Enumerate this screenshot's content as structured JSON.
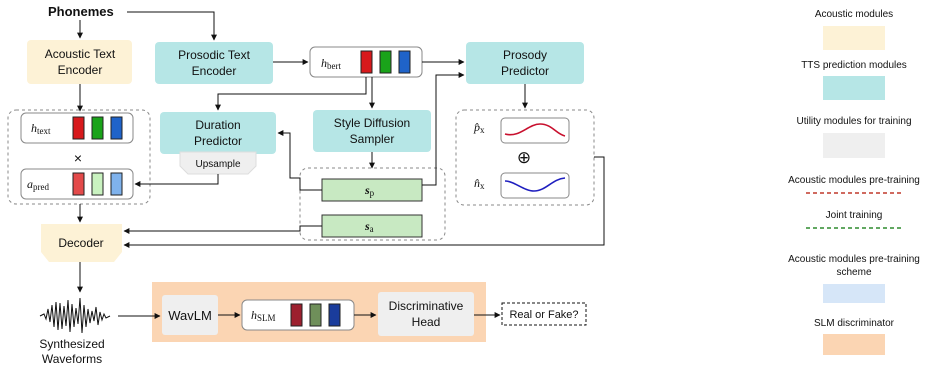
{
  "diagram": {
    "phonemes": "Phonemes",
    "acoustic_text_encoder": [
      "Acoustic Text",
      "Encoder"
    ],
    "prosodic_text_encoder": [
      "Prosodic Text",
      "Encoder"
    ],
    "prosody_predictor": [
      "Prosody",
      "Predictor"
    ],
    "duration_predictor": [
      "Duration",
      "Predictor"
    ],
    "style_diffusion_sampler": [
      "Style Diffusion",
      "Sampler"
    ],
    "upsample": "Upsample",
    "decoder": "Decoder",
    "wavlm": "WavLM",
    "discriminative_head": [
      "Discriminative",
      "Head"
    ],
    "real_or_fake": "Real or Fake?",
    "synthesized_waveforms": [
      "Synthesized",
      "Waveforms"
    ],
    "h_bert": {
      "base": "h",
      "sub": "bert"
    },
    "h_text": {
      "base": "h",
      "sub": "text"
    },
    "a_pred": {
      "base": "a",
      "sub": "pred"
    },
    "h_slm": {
      "base": "h",
      "sub": "SLM"
    },
    "s_p": {
      "base": "s",
      "sub": "p"
    },
    "s_a": {
      "base": "s",
      "sub": "a"
    },
    "p_x": {
      "base": "p̂",
      "sub": "x"
    },
    "n_x": {
      "base": "n̂",
      "sub": "x"
    },
    "times": "×",
    "oplus": "⊕"
  },
  "legend": {
    "acoustic": "Acoustic modules",
    "tts": "TTS prediction modules",
    "utility": "Utility modules for training",
    "acoustic_pretrain": "Acoustic modules pre-training",
    "joint": "Joint training",
    "scheme": [
      "Acoustic modules pre-training",
      "scheme"
    ],
    "slm": "SLM discriminator"
  },
  "colors": {
    "acoustic": "#fdf2d6",
    "tts": "#b6e6e6",
    "utility": "#efefef",
    "pretrain_line": "#c0392b",
    "joint_line": "#2e8b2e",
    "scheme": "#d6e6f8",
    "slm": "#fbd5b3",
    "token_red": "#d7191c",
    "token_green": "#1aa31a",
    "token_blue": "#1f63c9",
    "curve_red": "#c8102e",
    "curve_blue": "#1f1fbf"
  }
}
